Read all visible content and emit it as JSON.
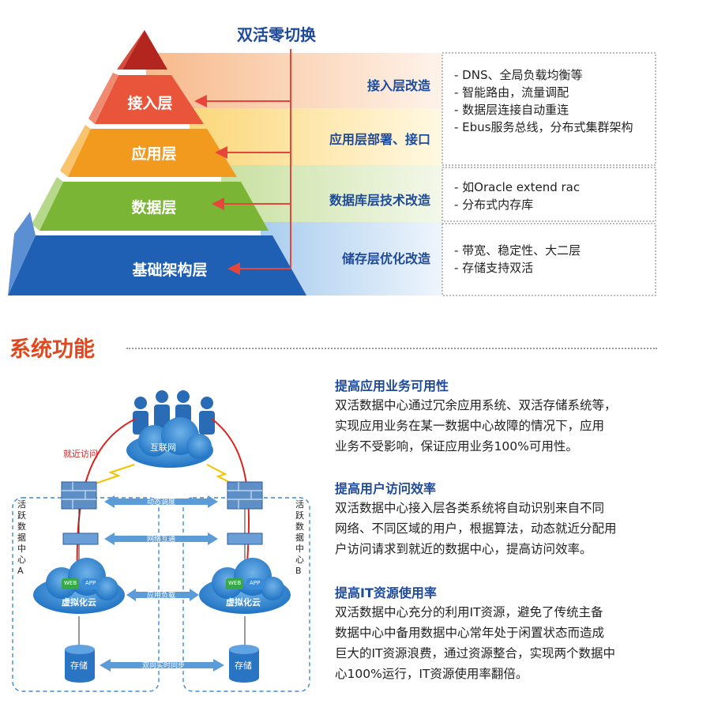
{
  "top_title": "双活零切换",
  "tiers": [
    {
      "label": "接入层",
      "color": "#e8553a"
    },
    {
      "label": "应用层",
      "color": "#f29a1d"
    },
    {
      "label": "数据层",
      "color": "#7bb535"
    },
    {
      "label": "基础架构层",
      "color": "#2060b4"
    }
  ],
  "bands": [
    {
      "label": "接入层改造"
    },
    {
      "label": "应用层部署、接口"
    },
    {
      "label": "数据库层技术改造"
    },
    {
      "label": "储存层优化改造"
    }
  ],
  "details": [
    {
      "lines": [
        "- DNS、全局负载均衡等",
        "- 智能路由，流量调配",
        "- 数据层连接自动重连",
        "- Ebus服务总线，分布式集群架构"
      ]
    },
    {
      "lines": [
        "- 如Oracle extend rac",
        "- 分布式内存库"
      ]
    },
    {
      "lines": [
        "- 带宽、稳定性、大二层",
        "- 存储支持双活"
      ]
    }
  ],
  "section_title": "系统功能",
  "diagram": {
    "internet": "互联网",
    "nearby_access": "就近访问",
    "dc_a": [
      "活",
      "跃",
      "数",
      "据",
      "中",
      "心",
      "A"
    ],
    "dc_b": [
      "活",
      "跃",
      "数",
      "据",
      "中",
      "心",
      "B"
    ],
    "links": [
      "动态调度",
      "网络互通",
      "应用负载",
      "双向实时同步"
    ],
    "web": "WEB",
    "app": "APP",
    "virtual_cloud": "虚拟化云",
    "storage": "存储"
  },
  "features": [
    {
      "title": "提高应用业务可用性",
      "lines": [
        "双活数据中心通过冗余应用系统、双活存储系统等，",
        "实现应用业务在某一数据中心故障的情况下，应用",
        "业务不受影响，保证应用业务100%可用性。"
      ]
    },
    {
      "title": "提高用户访问效率",
      "lines": [
        "双活数据中心接入层各类系统将自动识别来自不同",
        "网络、不同区域的用户，根据算法，动态就近分配用",
        "户访问请求到就近的数据中心，提高访问效率。"
      ]
    },
    {
      "title": "提高IT资源使用率",
      "lines": [
        "双活数据中心充分的利用IT资源，避免了传统主备",
        "数据中心中备用数据中心常年处于闲置状态而造成",
        "巨大的IT资源浪费，通过资源整合，实现两个数据中",
        "心100%运行，IT资源使用率翻倍。"
      ]
    }
  ]
}
